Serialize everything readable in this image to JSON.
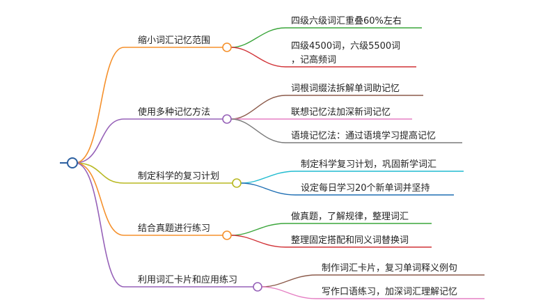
{
  "mindmap": {
    "branches": [
      {
        "label": "缩小词汇记忆范围",
        "color": "#f5902b",
        "children": [
          {
            "lines": [
              "四级六级词汇重叠60%左右"
            ],
            "color": "#3aa53a"
          },
          {
            "lines": [
              "四级4500词，六级5500词",
              "，记高频词"
            ],
            "color": "#d13237"
          }
        ]
      },
      {
        "label": "使用多种记忆方法",
        "color": "#9661b8",
        "children": [
          {
            "lines": [
              "词根词缀法拆解单词助记忆"
            ],
            "color": "#8b5a4a"
          },
          {
            "lines": [
              "联想记忆法加深新词记忆"
            ],
            "color": "#e57fc3"
          },
          {
            "lines": [
              "语境记忆法：通过语境学习提高记忆"
            ],
            "color": "#7a7a7a"
          }
        ]
      },
      {
        "label": "制定科学的复习计划",
        "color": "#b8b821",
        "children": [
          {
            "lines": [
              "制定科学复习计划，巩固新学词汇"
            ],
            "color": "#21bcd0"
          },
          {
            "lines": [
              "设定每日学习20个新单词并坚持"
            ],
            "color": "#1f6fb4"
          }
        ]
      },
      {
        "label": "结合真题进行练习",
        "color": "#f5902b",
        "children": [
          {
            "lines": [
              "做真题，了解规律，整理词汇"
            ],
            "color": "#3aa53a"
          },
          {
            "lines": [
              "整理固定搭配和同义词替换词"
            ],
            "color": "#d13237"
          }
        ]
      },
      {
        "label": "利用词汇卡片和应用练习",
        "color": "#9661b8",
        "children": [
          {
            "lines": [
              "制作词汇卡片，复习单词释义例句"
            ],
            "color": "#8b5a4a"
          },
          {
            "lines": [
              "写作口语练习，加深词汇理解记忆"
            ],
            "color": "#e57fc3"
          }
        ]
      }
    ]
  },
  "colors": {
    "root": "#2b5fa0",
    "text": "#222222"
  }
}
